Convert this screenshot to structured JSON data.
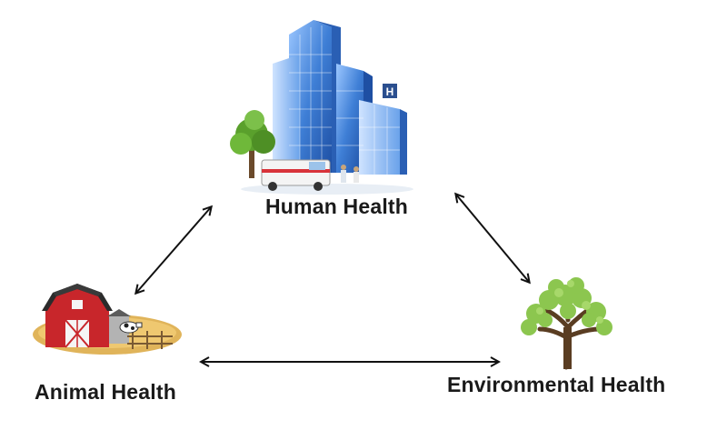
{
  "nodes": {
    "human": {
      "label": "Human Health",
      "icon": "hospital-icon"
    },
    "animal": {
      "label": "Animal Health",
      "icon": "barn-icon"
    },
    "environment": {
      "label": "Environmental Health",
      "icon": "tree-icon"
    }
  },
  "edges": [
    {
      "from": "human",
      "to": "animal",
      "style": "double-arrow"
    },
    {
      "from": "human",
      "to": "environment",
      "style": "double-arrow"
    },
    {
      "from": "animal",
      "to": "environment",
      "style": "double-arrow"
    }
  ],
  "colors": {
    "building_glass": "#3f7fd6",
    "barn_red": "#c8262b",
    "tree_green": "#7cc04a",
    "arrow": "#111111"
  }
}
